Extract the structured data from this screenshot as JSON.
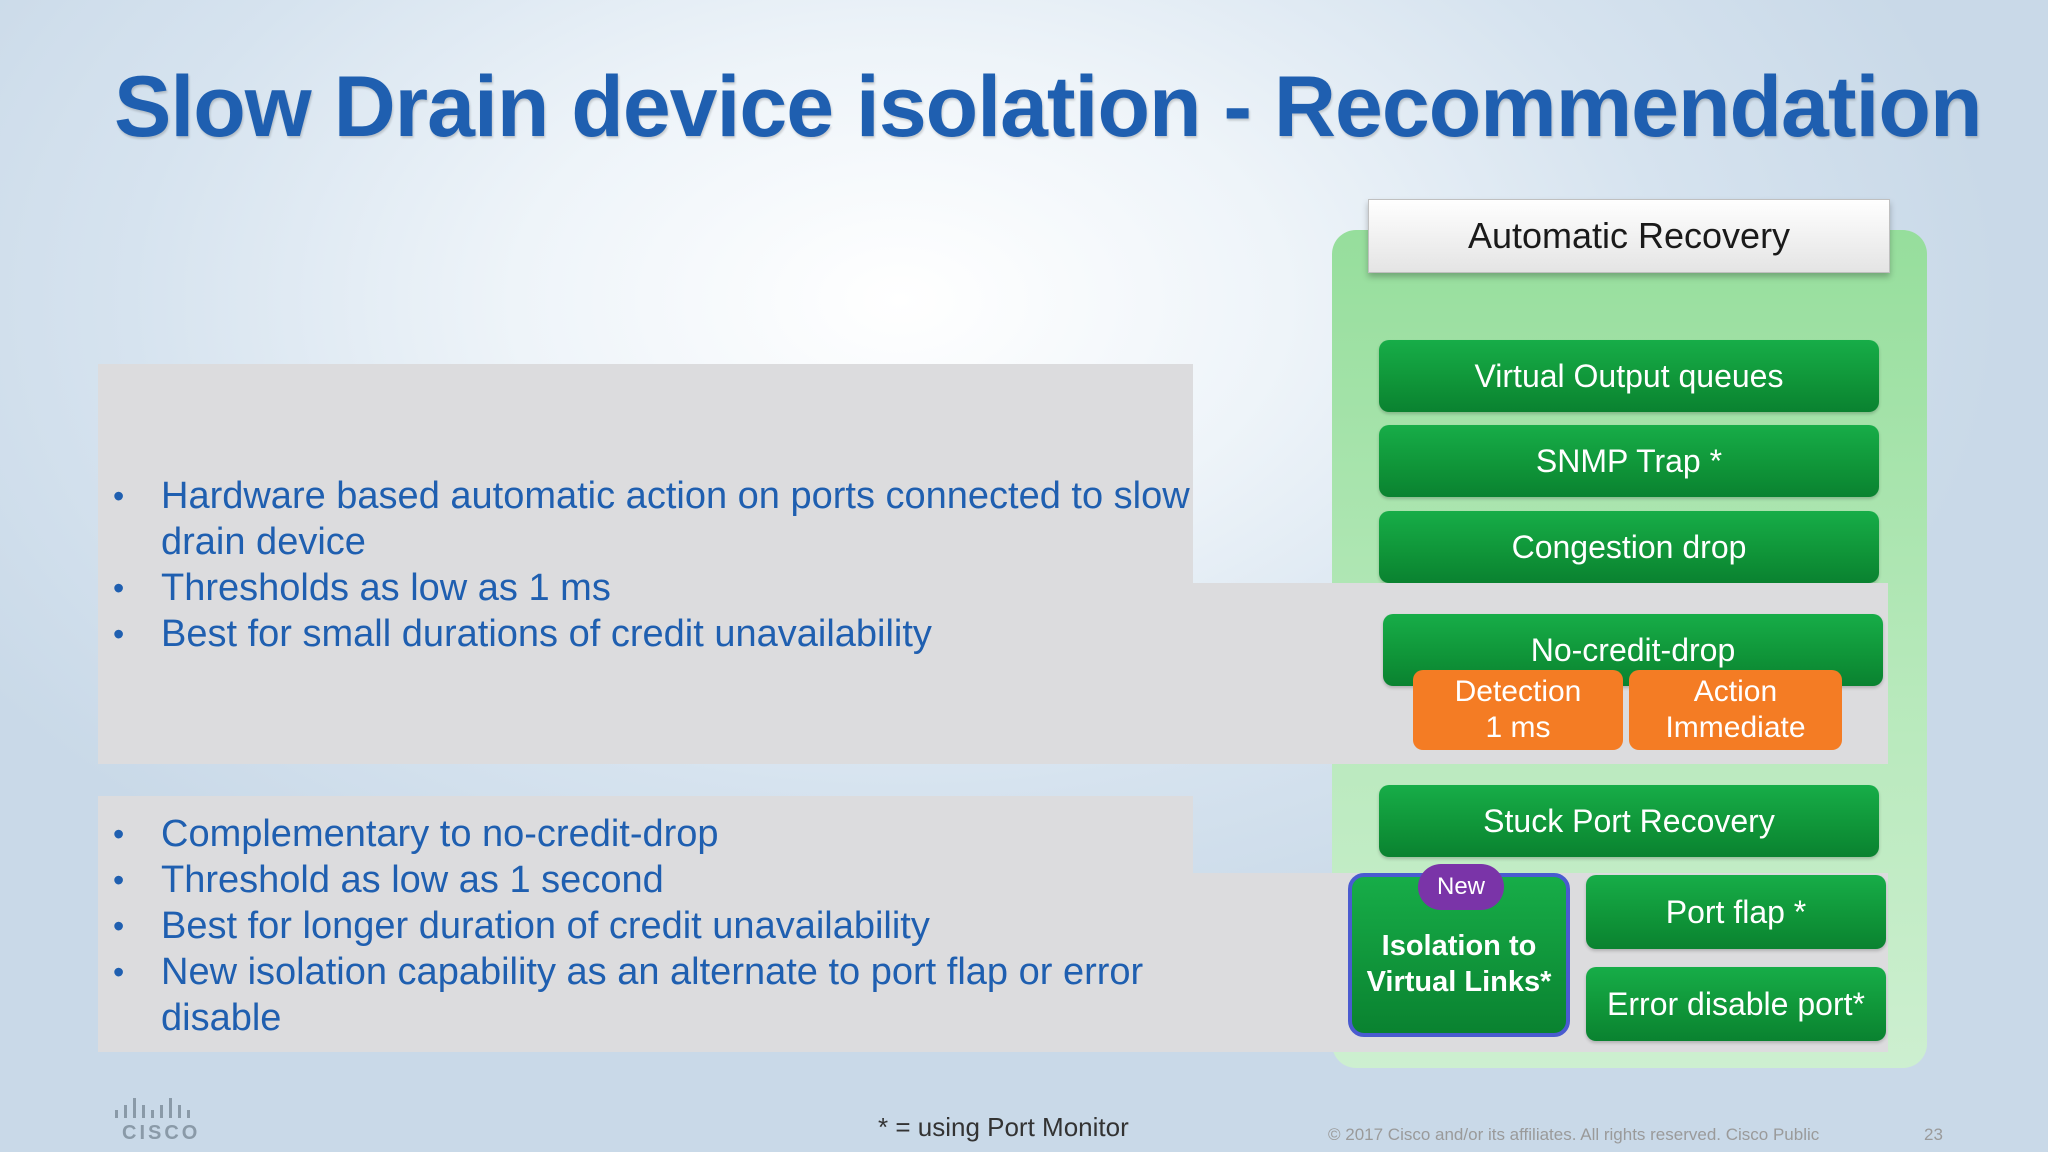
{
  "title": "Slow Drain device isolation - Recommendation",
  "section1": {
    "bullets": [
      "Hardware based automatic action on ports connected to slow drain device",
      "Thresholds as low as 1 ms",
      "Best for small durations of credit unavailability"
    ]
  },
  "section2": {
    "bullets": [
      "Complementary to no-credit-drop",
      "Threshold as low as 1 second",
      "Best for longer duration of credit unavailability",
      "New isolation capability as an alternate to port flap or error disable"
    ]
  },
  "recovery": {
    "header": "Automatic Recovery",
    "virtual_output_queues": "Virtual Output queues",
    "snmp_trap": "SNMP Trap *",
    "congestion_drop": "Congestion drop",
    "no_credit_drop": "No-credit-drop",
    "detection": {
      "line1": "Detection",
      "line2": "1 ms"
    },
    "action": {
      "line1": "Action",
      "line2": "Immediate"
    },
    "stuck_port_recovery": "Stuck Port Recovery",
    "new_badge": "New",
    "isolation": {
      "line1": "Isolation to",
      "line2": "Virtual Links*"
    },
    "port_flap": "Port flap *",
    "error_disable_port": "Error disable port*"
  },
  "footnote": "* = using Port Monitor",
  "copyright": "© 2017  Cisco and/or its affiliates. All rights reserved.   Cisco Public",
  "page_number": "23",
  "logo_text": "CISCO",
  "colors": {
    "title_blue": "#1f5fb0",
    "button_green": "#0f9438",
    "orange": "#f47c24",
    "badge_purple": "#7a34a8",
    "panel_green": "#96de9c"
  }
}
